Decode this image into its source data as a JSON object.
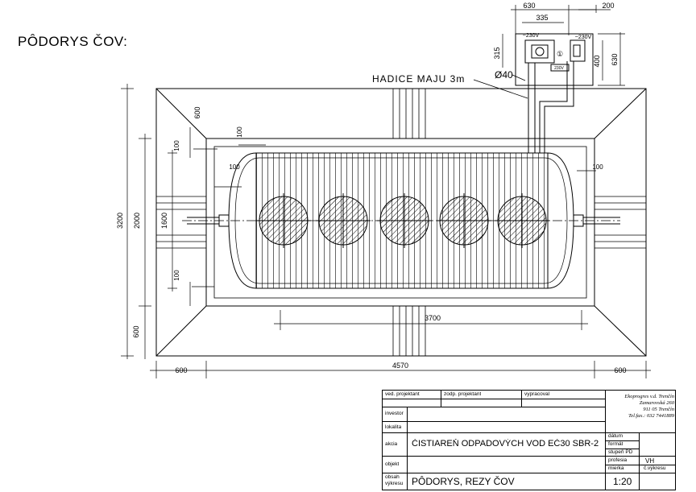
{
  "title": "PÔDORYS ČOV:",
  "annotations": {
    "hose_label": "HADICE MAJU 3m",
    "pipe_diameter": "Ø40",
    "voltage_a": "~230V",
    "voltage_b": "~230V",
    "voltage_small": "230V",
    "circle_marker": "①"
  },
  "dimensions": {
    "box_total_width": "630",
    "box_inner_width": "335",
    "box_offset": "200",
    "box_height_a": "315",
    "box_height_b": "400",
    "box_height_c": "630",
    "width_left": "600",
    "width_main": "4570",
    "width_right": "600",
    "height_total": "3200",
    "height_inner": "2000",
    "height_tank": "1600",
    "height_bottom": "600",
    "diag_top": "600",
    "d100_a": "100",
    "d100_b": "100",
    "d100_c": "100",
    "d100_d": "100",
    "d100_e": "100",
    "tank_length": "3700"
  },
  "title_block": {
    "company_line1": "Ekoprogres v.d. Trenčín",
    "company_line2": "Zamarovská 260",
    "company_line3": "911 05 Trenčín",
    "company_line4": "Tel.fax.: 032 7441889",
    "label_ved": "ved. projektant",
    "label_zodp": "zodp. projektant",
    "label_vypracoval": "vypracoval",
    "label_investor": "investor",
    "label_lokalita": "lokalita",
    "label_akcia": "akcia",
    "label_objekt": "objekt",
    "label_obsah": "obsah",
    "label_vykresu": "výkresu",
    "akcia_value": "ČISTIAREŇ ODPADOVÝCH VOD  EČ30 SBR-2",
    "obsah_value": "PÔDORYS, REZY ČOV",
    "label_datum": "dátum",
    "label_format": "formát",
    "label_stupen": "stupeň PD",
    "label_profesia": "profesia",
    "profesia_value": "VH",
    "label_mierka": "mierka",
    "mierka_value": "1:20",
    "label_cislo": "č.výkresu"
  }
}
